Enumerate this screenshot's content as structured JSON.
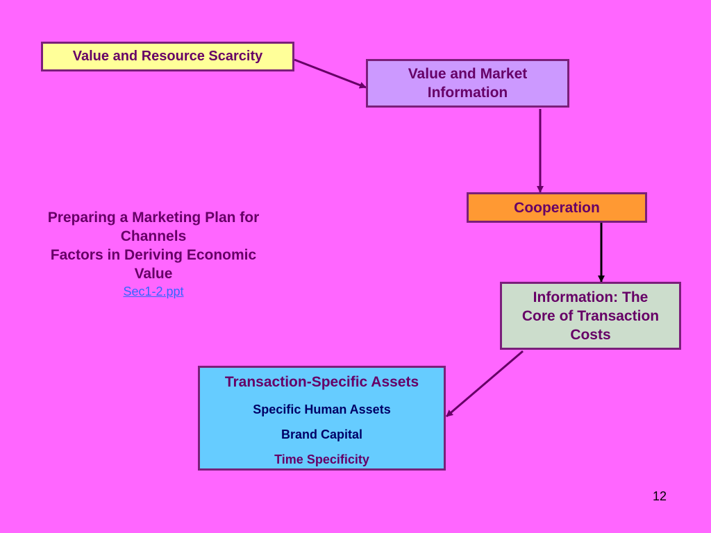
{
  "boxes": {
    "scarcity": "Value and Resource Scarcity",
    "market": [
      "Value and Market",
      "Information"
    ],
    "cooperation": "Cooperation",
    "info": [
      "Information: The",
      "Core of Transaction",
      "Costs"
    ],
    "assets": {
      "title": "Transaction-Specific Assets",
      "items": [
        "Specific Human Assets",
        "Brand Capital",
        "Time Specificity"
      ]
    }
  },
  "side": {
    "lines": [
      "Preparing a Marketing Plan for",
      "Channels",
      "Factors in Deriving Economic",
      "Value"
    ],
    "link": "Sec1-2.ppt"
  },
  "page_number": "12",
  "colors": {
    "background": "#ff66ff",
    "scarcity": "#ffff99",
    "market": "#cc99ff",
    "cooperation": "#ff9933",
    "info": "#ccddcc",
    "assets": "#66ccff",
    "text": "#660066",
    "link": "#3366ff"
  }
}
